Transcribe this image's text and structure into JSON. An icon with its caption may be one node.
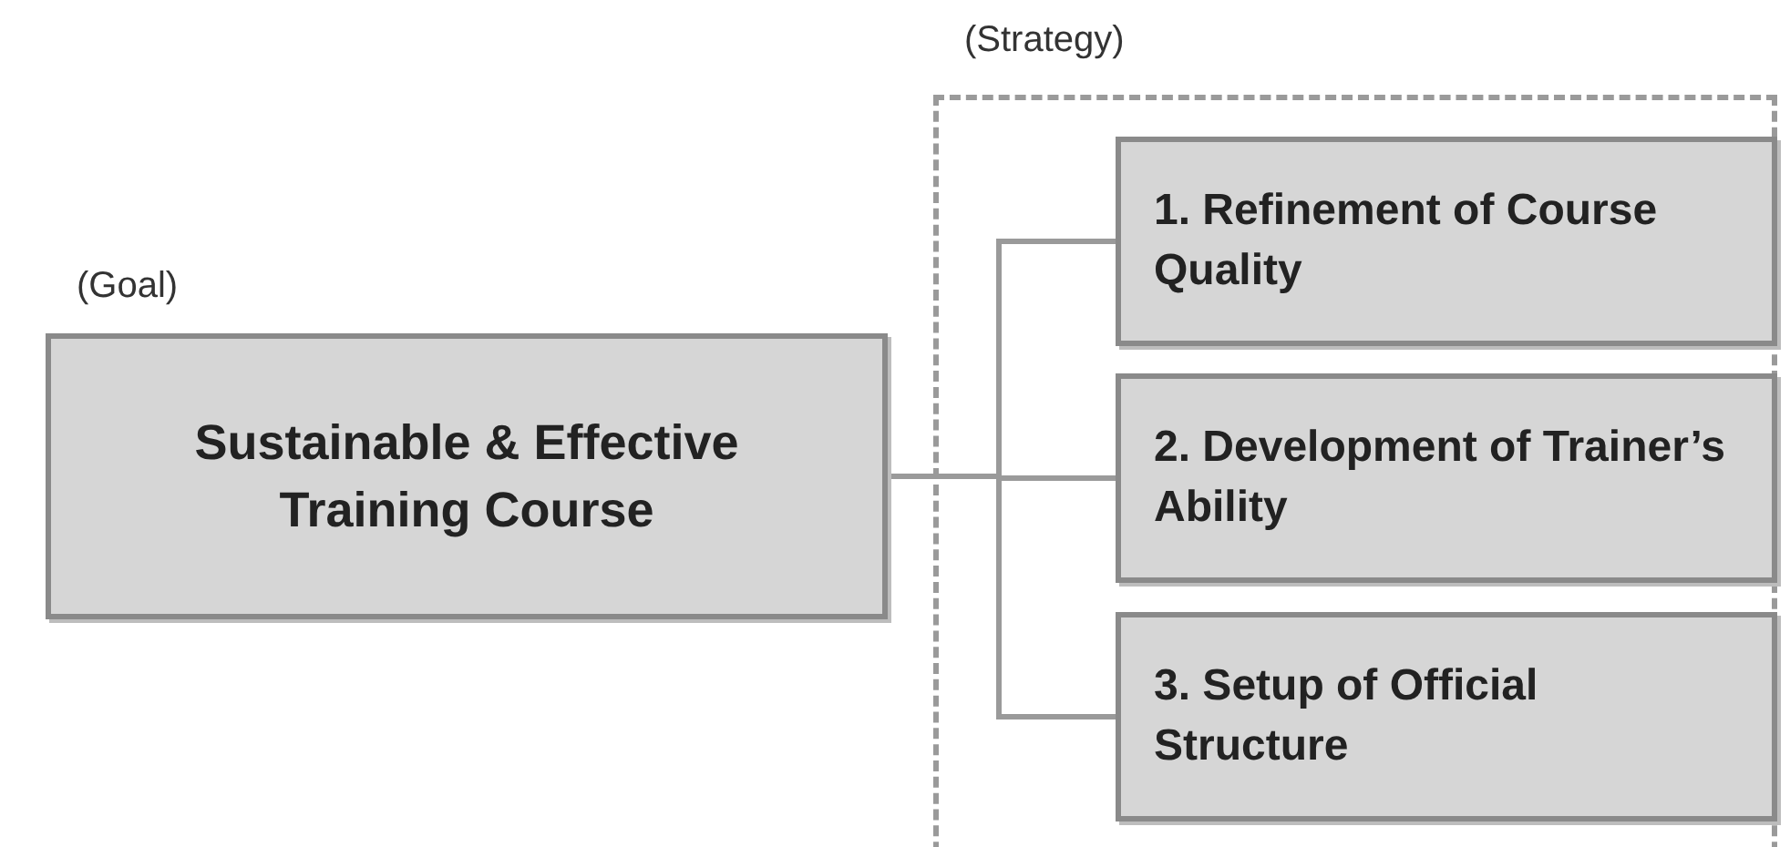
{
  "diagram": {
    "nodes": [
      {
        "text": [
          "(Goal)",
          "Sustainable & Effective Training Course"
        ]
      },
      {
        "text": [
          "(Strategy)"
        ]
      },
      {
        "text": [
          "1. Refinement of Course Quality"
        ],
        "in": 1
      },
      {
        "text": [
          "2.  Development of Trainer’s Ability"
        ],
        "in": 1
      },
      {
        "text": [
          "3.  Setup of Official Structure"
        ],
        "in": 1
      }
    ],
    "edges": [
      {
        "from": 0,
        "to": 2,
        "arrow": "none"
      },
      {
        "from": 0,
        "to": 3,
        "arrow": "none"
      },
      {
        "from": 0,
        "to": 4,
        "arrow": "none"
      }
    ]
  }
}
